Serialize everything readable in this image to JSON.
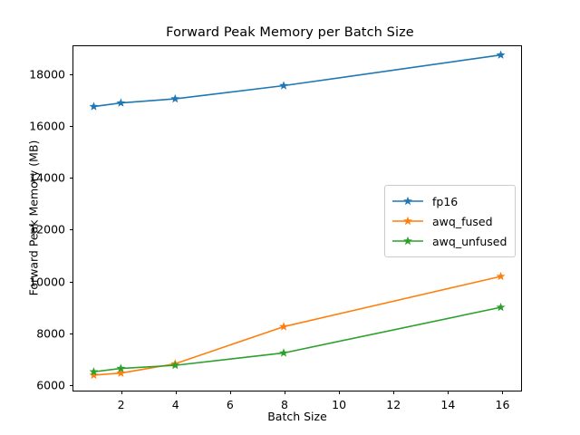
{
  "chart_data": {
    "type": "line",
    "title": "Forward Peak Memory per Batch Size",
    "xlabel": "Batch Size",
    "ylabel": "Forward Peak Memory (MB)",
    "x": [
      1,
      2,
      4,
      8,
      16
    ],
    "xlim": [
      0.25,
      16.75
    ],
    "ylim": [
      5720,
      19080
    ],
    "xticks": [
      2,
      4,
      6,
      8,
      10,
      12,
      14,
      16
    ],
    "xtick_labels": [
      "2",
      "4",
      "6",
      "8",
      "10",
      "12",
      "14",
      "16"
    ],
    "yticks": [
      6000,
      8000,
      10000,
      12000,
      14000,
      16000,
      18000
    ],
    "ytick_labels": [
      "6000",
      "8000",
      "10000",
      "12000",
      "14000",
      "16000",
      "18000"
    ],
    "grid": false,
    "legend_position": "center right",
    "marker": "star",
    "series": [
      {
        "name": "fp16",
        "color": "#1f77b4",
        "values": [
          16740,
          16880,
          17040,
          17550,
          18740
        ]
      },
      {
        "name": "awq_fused",
        "color": "#ff7f0e",
        "values": [
          6320,
          6400,
          6760,
          8200,
          10150
        ]
      },
      {
        "name": "awq_unfused",
        "color": "#2ca02c",
        "values": [
          6450,
          6580,
          6700,
          7180,
          8950
        ]
      }
    ]
  },
  "legend": {
    "items": [
      {
        "label": "fp16"
      },
      {
        "label": "awq_fused"
      },
      {
        "label": "awq_unfused"
      }
    ]
  }
}
